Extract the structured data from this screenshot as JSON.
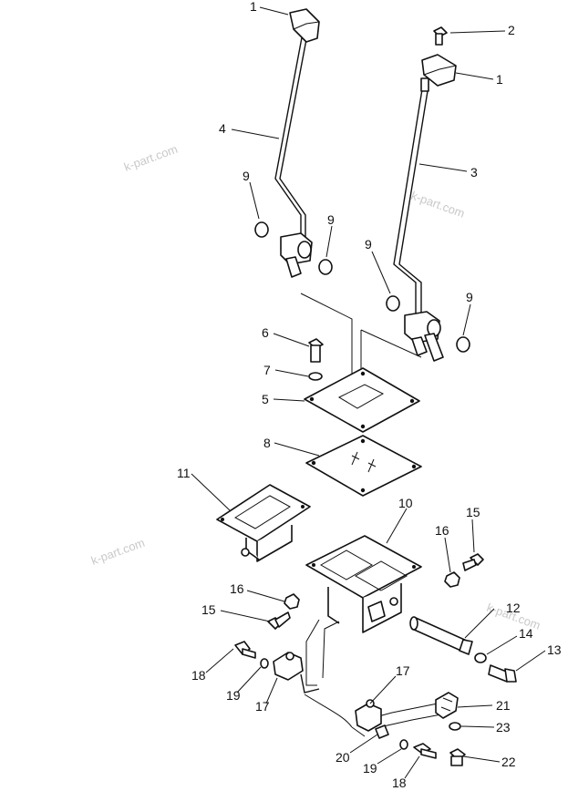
{
  "watermark": "k-part.com",
  "callouts": {
    "c1a": "1",
    "c1b": "1",
    "c2": "2",
    "c3": "3",
    "c4": "4",
    "c5": "5",
    "c6": "6",
    "c7": "7",
    "c8": "8",
    "c9a": "9",
    "c9b": "9",
    "c9c": "9",
    "c9d": "9",
    "c10": "10",
    "c11": "11",
    "c12": "12",
    "c13": "13",
    "c14": "14",
    "c15a": "15",
    "c15b": "15",
    "c16a": "16",
    "c16b": "16",
    "c17a": "17",
    "c17b": "17",
    "c18a": "18",
    "c18b": "18",
    "c19a": "19",
    "c19b": "19",
    "c20": "20",
    "c21": "21",
    "c22": "22",
    "c23": "23"
  }
}
